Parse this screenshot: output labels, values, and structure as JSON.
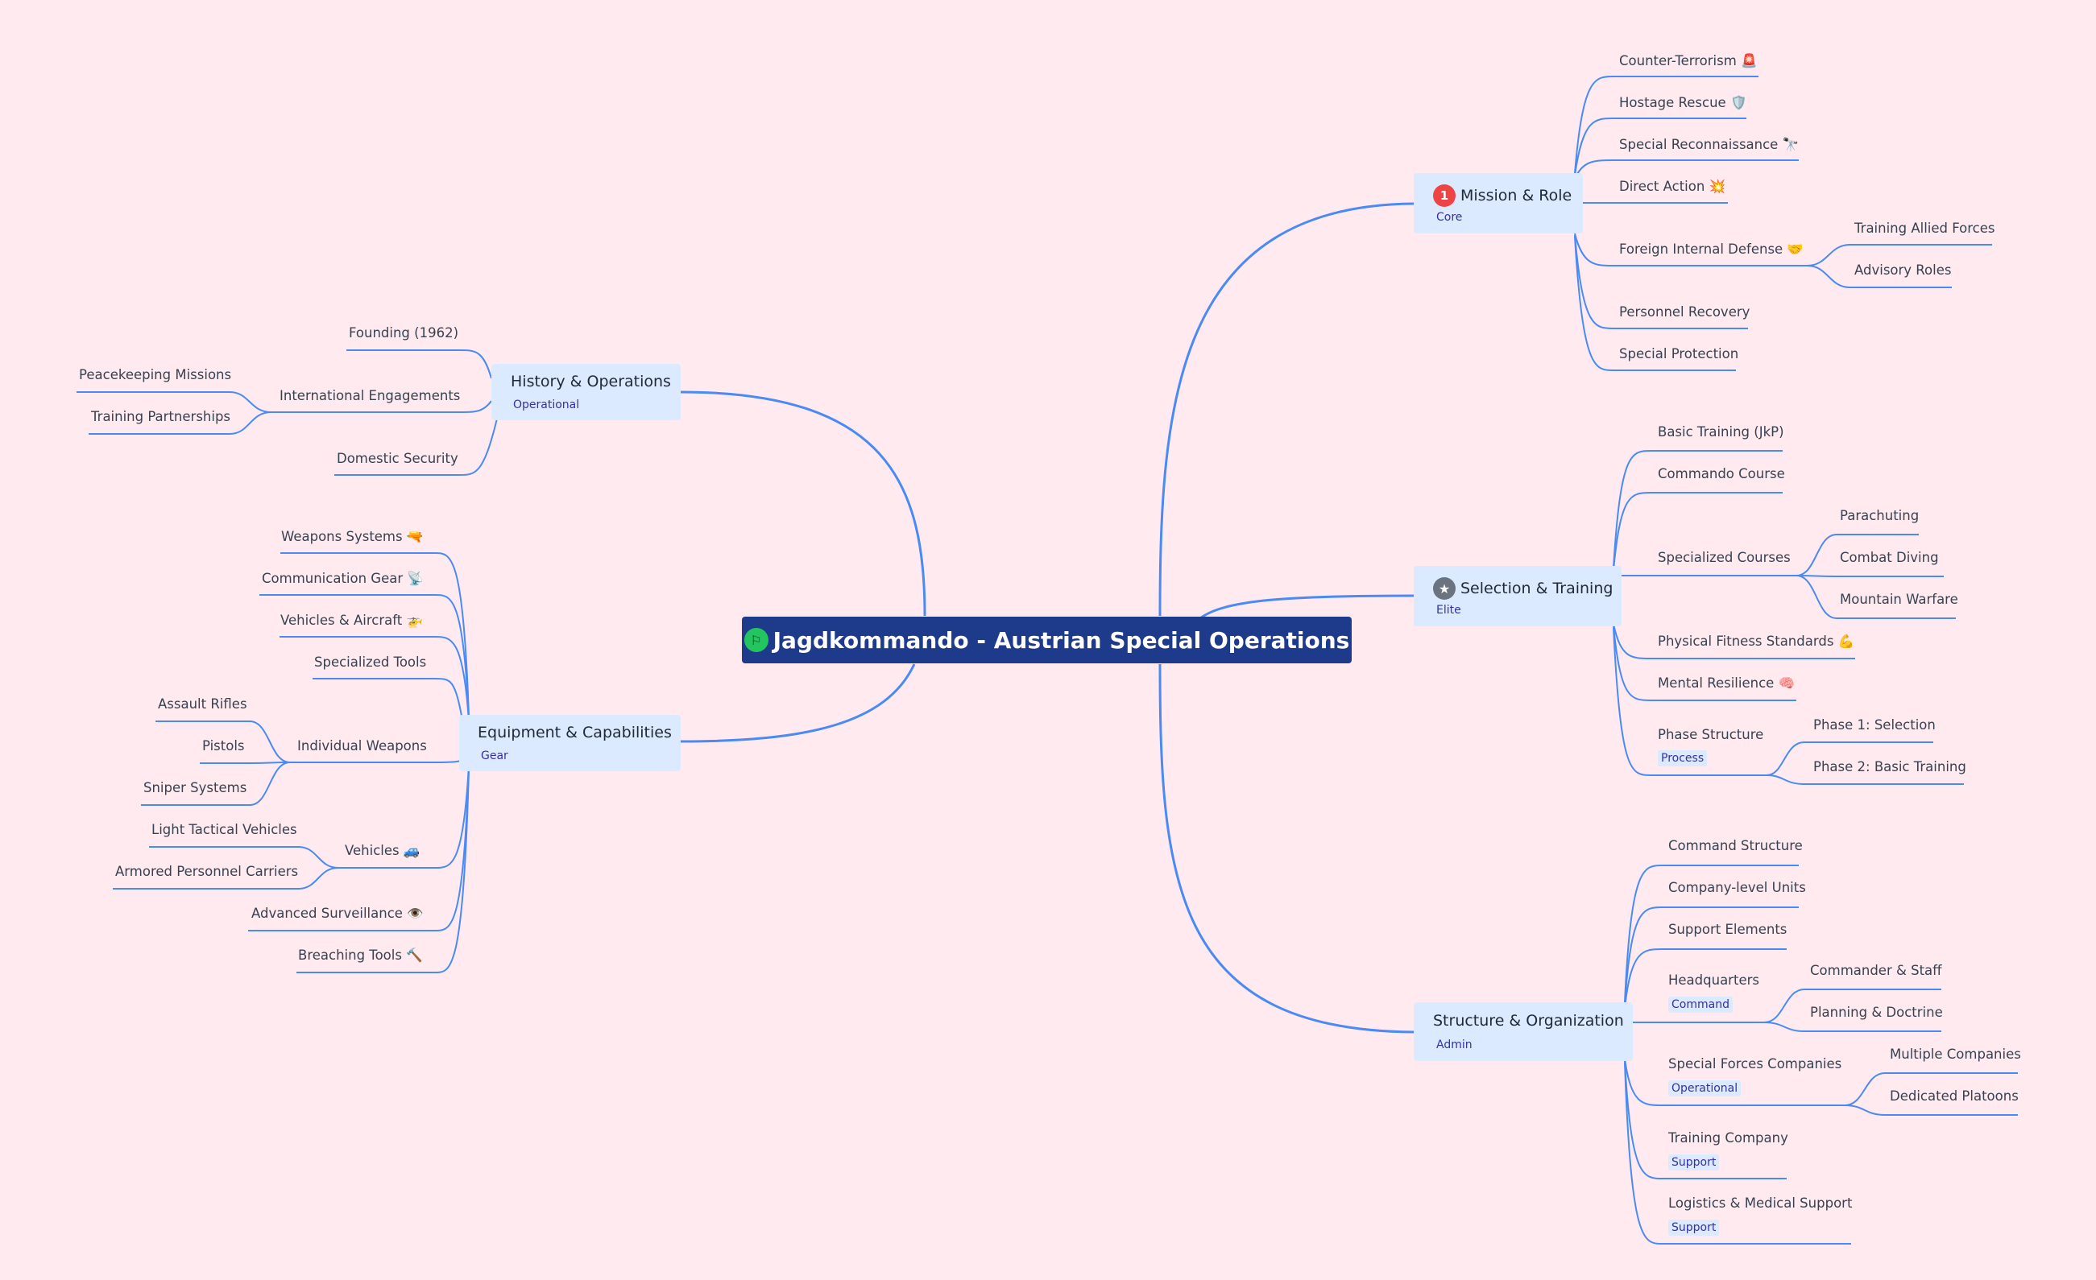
{
  "root": {
    "title": "Jagdkommando - Austrian Special Operations",
    "icon": "flag-icon"
  },
  "colors": {
    "background": "#ffebef",
    "link": "#4a8af4",
    "root_fill": "#1e3a8a",
    "branch_fill": "#dbeafe",
    "tag_text": "#3730a3"
  },
  "branches": {
    "mission": {
      "title": "Mission & Role",
      "tag": "Core",
      "badge": "1",
      "items": [
        "Counter-Terrorism 🚨",
        "Hostage Rescue 🛡️",
        "Special Reconnaissance 🔭",
        "Direct Action 💥",
        "Foreign Internal Defense 🤝",
        "Personnel Recovery",
        "Special Protection"
      ],
      "fid_children": [
        "Training Allied Forces",
        "Advisory Roles"
      ]
    },
    "selection": {
      "title": "Selection & Training",
      "tag": "Elite",
      "icon": "star-icon",
      "items": [
        "Basic Training (JkP)",
        "Commando Course",
        "Specialized Courses",
        "Physical Fitness Standards 💪",
        "Mental Resilience 🧠",
        "Phase Structure"
      ],
      "phase_tag": "Process",
      "courses_children": [
        "Parachuting",
        "Combat Diving",
        "Mountain Warfare"
      ],
      "phase_children": [
        "Phase 1: Selection",
        "Phase 2: Basic Training"
      ]
    },
    "structure": {
      "title": "Structure & Organization",
      "tag": "Admin",
      "items": [
        "Command Structure",
        "Company-level Units",
        "Support Elements",
        "Headquarters",
        "Special Forces Companies",
        "Training Company",
        "Logistics & Medical Support"
      ],
      "item_tags": [
        "Command",
        "Operational",
        "Support",
        "Support"
      ],
      "hq_children": [
        "Commander & Staff",
        "Planning & Doctrine"
      ],
      "sfc_children": [
        "Multiple Companies",
        "Dedicated Platoons"
      ]
    },
    "history": {
      "title": "History & Operations",
      "tag": "Operational",
      "items": [
        "Founding (1962)",
        "International Engagements",
        "Domestic Security"
      ],
      "ie_children": [
        "Peacekeeping Missions",
        "Training Partnerships"
      ]
    },
    "equipment": {
      "title": "Equipment & Capabilities",
      "tag": "Gear",
      "items": [
        "Weapons Systems 🔫",
        "Communication Gear 📡",
        "Vehicles & Aircraft 🚁",
        "Specialized Tools",
        "Individual Weapons",
        "Vehicles 🚙",
        "Advanced Surveillance 👁️",
        "Breaching Tools 🔨"
      ],
      "iw_children": [
        "Assault Rifles",
        "Pistols",
        "Sniper Systems"
      ],
      "veh_children": [
        "Light Tactical Vehicles",
        "Armored Personnel Carriers"
      ]
    }
  }
}
